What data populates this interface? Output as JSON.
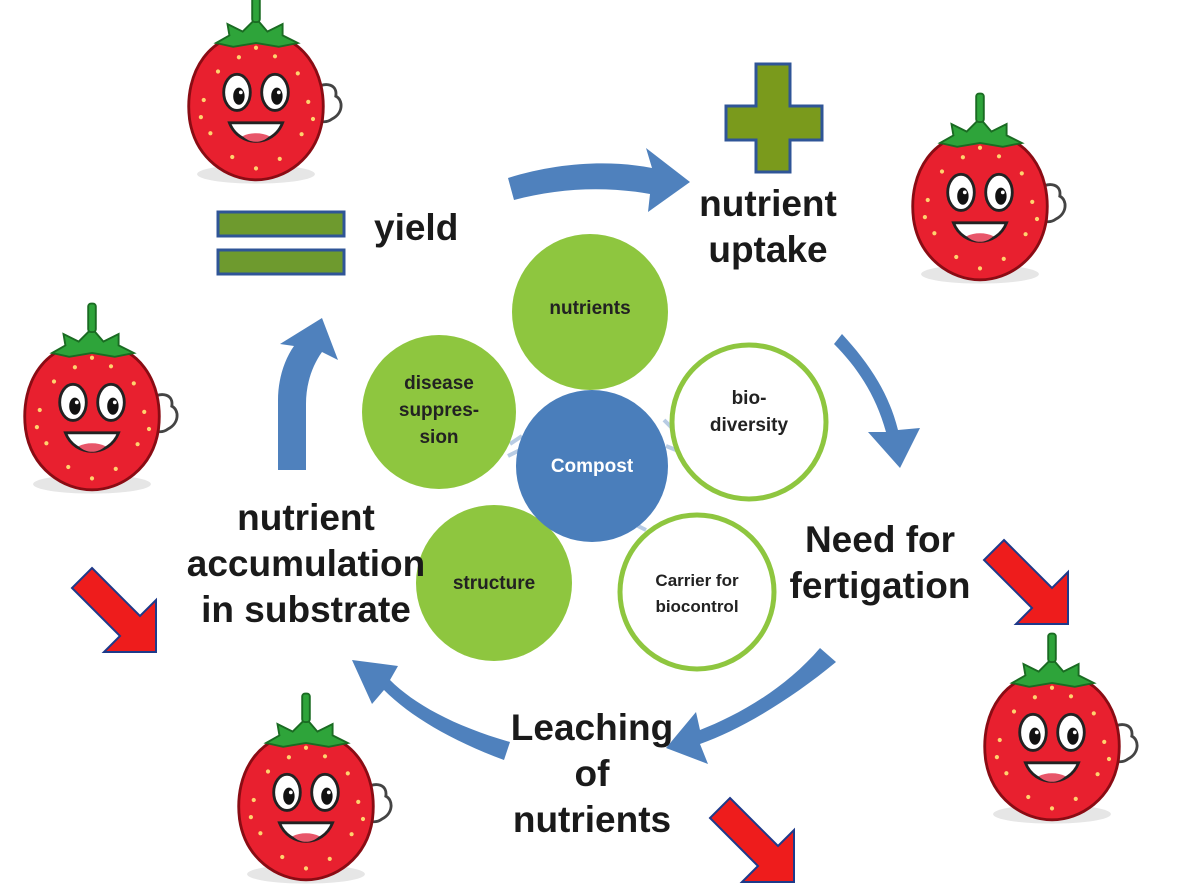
{
  "diagram": {
    "center": {
      "label": "Compost"
    },
    "properties": [
      {
        "id": "nutrients",
        "lines": [
          "nutrients"
        ],
        "style": "filled"
      },
      {
        "id": "biodiversity",
        "lines": [
          "bio-",
          "diversity"
        ],
        "style": "outline"
      },
      {
        "id": "biocontrol",
        "lines": [
          "Carrier for",
          "biocontrol"
        ],
        "style": "outline"
      },
      {
        "id": "structure",
        "lines": [
          "structure"
        ],
        "style": "filled"
      },
      {
        "id": "disease-suppression",
        "lines": [
          "disease",
          "suppres-",
          "sion"
        ],
        "style": "filled"
      }
    ],
    "cycle": {
      "yield": {
        "lines": [
          "yield"
        ],
        "symbol": "equals"
      },
      "nutrient_uptake": {
        "lines": [
          "nutrient",
          "uptake"
        ],
        "symbol": "plus"
      },
      "fertigation": {
        "lines": [
          "Need for",
          "fertigation"
        ],
        "symbol": "down-arrow"
      },
      "leaching": {
        "lines": [
          "Leaching",
          "of",
          "nutrients"
        ],
        "symbol": "down-arrow"
      },
      "accumulation": {
        "lines": [
          "nutrient",
          "accumulation",
          "in substrate"
        ],
        "symbol": "down-arrow"
      }
    },
    "mascot": "strawberry-mascot",
    "colors": {
      "green": "#8ec63f",
      "green_dark": "#70a32e",
      "blue": "#4f81bd",
      "center_blue": "#4a7ebb",
      "olive": "#6e9a2e",
      "red": "#ee1c1c",
      "strawberry": "#e8202f"
    }
  }
}
